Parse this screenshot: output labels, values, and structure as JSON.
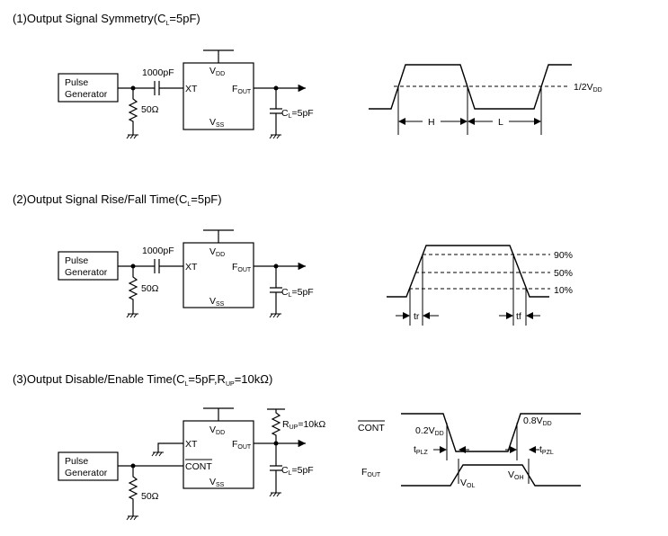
{
  "sections": [
    {
      "title": "(1)Output Signal Symmetry(C",
      "title_sub": "L",
      "title_end": "=5pF)",
      "capacitor": "1000pF",
      "resistor": "50Ω",
      "load": "C",
      "load_sub": "L",
      "load_end": "=5pF",
      "vdd_lbl": "V",
      "vdd_sub": "DD",
      "vss_lbl": "V",
      "vss_sub": "SS",
      "xt": "XT",
      "fout": "F",
      "fout_sub": "OUT",
      "gen_line1": "Pulse",
      "gen_line2": "Generator",
      "half_vdd": "1/2V",
      "half_vdd_sub": "DD",
      "h": "H",
      "l": "L"
    },
    {
      "title": "(2)Output Signal Rise/Fall Time(C",
      "title_sub": "L",
      "title_end": "=5pF)",
      "capacitor": "1000pF",
      "resistor": "50Ω",
      "load": "C",
      "load_sub": "L",
      "load_end": "=5pF",
      "vdd_lbl": "V",
      "vdd_sub": "DD",
      "vss_lbl": "V",
      "vss_sub": "SS",
      "xt": "XT",
      "fout": "F",
      "fout_sub": "OUT",
      "gen_line1": "Pulse",
      "gen_line2": "Generator",
      "level_90": "90%",
      "level_50": "50%",
      "level_10": "10%",
      "tr": "tr",
      "tf": "tf"
    },
    {
      "title": "(3)Output Disable/Enable Time(C",
      "title_sub": "L",
      "title_mid": "=5pF,R",
      "title_sub2": "UP",
      "title_end": "=10kΩ)",
      "resistor": "50Ω",
      "pullup": "R",
      "pullup_sub": "UP",
      "pullup_end": "=10kΩ",
      "load": "C",
      "load_sub": "L",
      "load_end": "=5pF",
      "vdd_lbl": "V",
      "vdd_sub": "DD",
      "vss_lbl": "V",
      "vss_sub": "SS",
      "xt": "XT",
      "cont": "CONT",
      "fout": "F",
      "fout_sub": "OUT",
      "gen_line1": "Pulse",
      "gen_line2": "Generator",
      "wave_cont": "CONT",
      "wave_fout": "F",
      "wave_fout_sub": "OUT",
      "v02": "0.2V",
      "v02_sub": "DD",
      "v08": "0.8V",
      "v08_sub": "DD",
      "tplz": "t",
      "tplz_sub": "PLZ",
      "tpzl": "t",
      "tpzl_sub": "PZL",
      "vol": "V",
      "vol_sub": "OL",
      "voh": "V",
      "voh_sub": "OH"
    }
  ]
}
